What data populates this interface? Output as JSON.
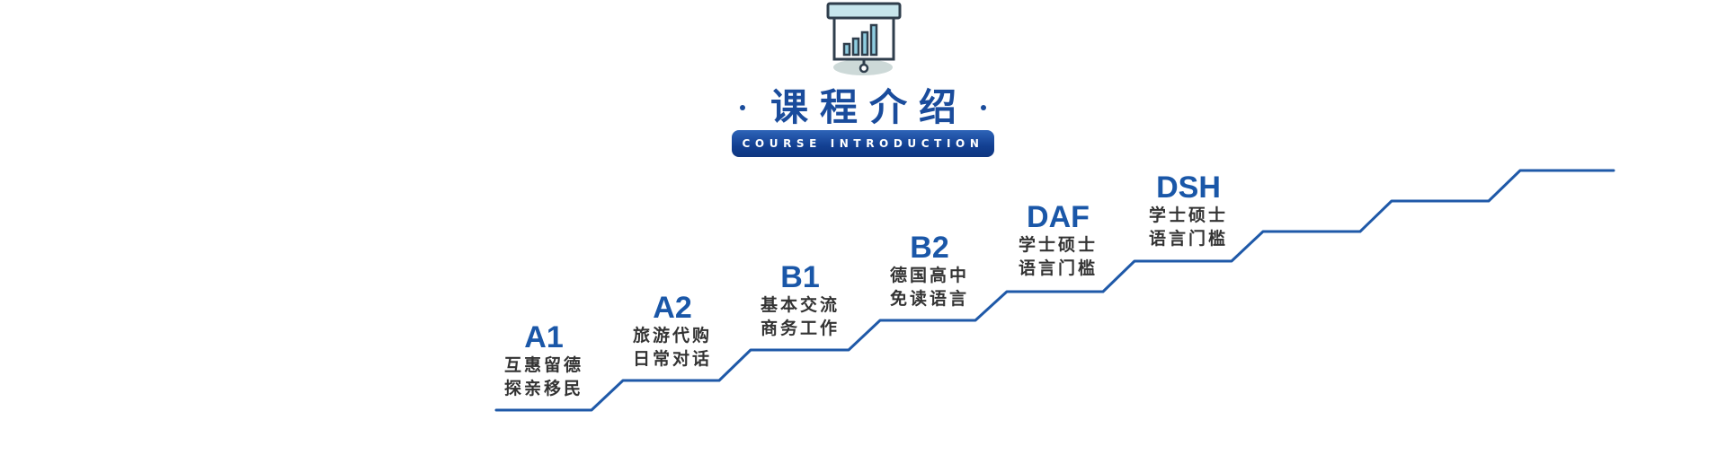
{
  "header": {
    "icon": "presentation-board-chart-icon",
    "title": "课程介绍",
    "subtitle": "COURSE INTRODUCTION",
    "accent_color": "#1a4c9c"
  },
  "steps": [
    {
      "level": "A1",
      "line1": "互惠留德",
      "line2": "探亲移民"
    },
    {
      "level": "A2",
      "line1": "旅游代购",
      "line2": "日常对话"
    },
    {
      "level": "B1",
      "line1": "基本交流",
      "line2": "商务工作"
    },
    {
      "level": "B2",
      "line1": "德国高中",
      "line2": "免读语言"
    },
    {
      "level": "DAF",
      "line1": "学士硕士",
      "line2": "语言门槛"
    },
    {
      "level": "DSH",
      "line1": "学士硕士",
      "line2": "语言门槛"
    }
  ]
}
